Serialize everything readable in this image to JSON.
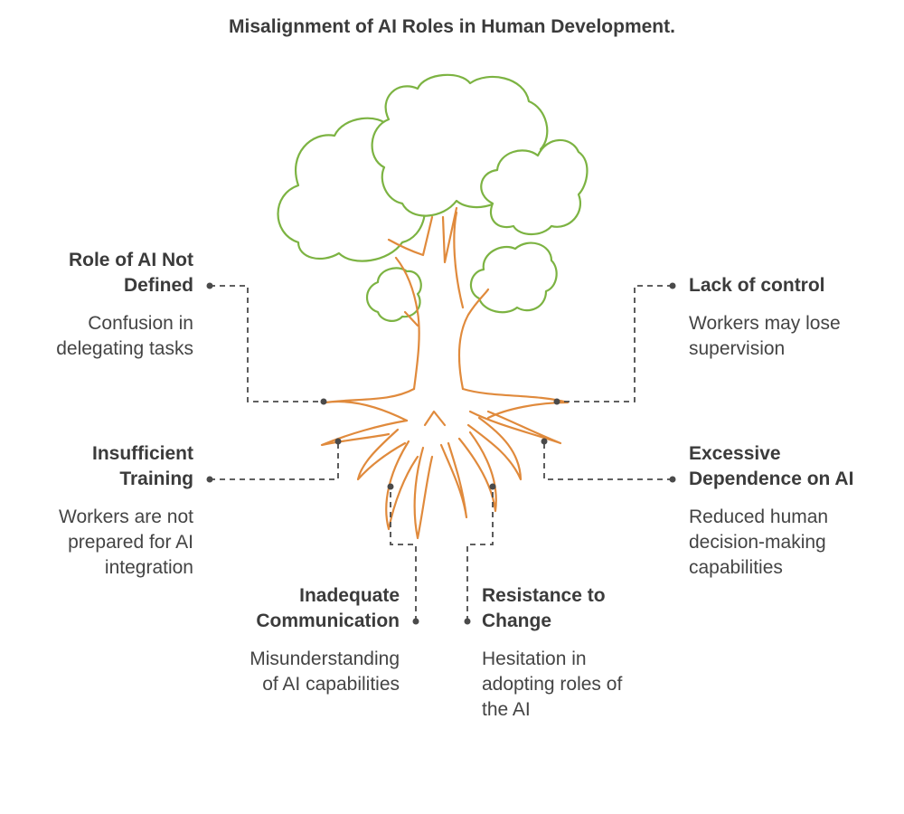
{
  "title": "Misalignment of AI Roles in Human Development.",
  "colors": {
    "foliage": "#7cb342",
    "trunk": "#e08a3c",
    "connector": "#4a4a4a",
    "text": "#3b3b3b"
  },
  "items": [
    {
      "heading": "Role of AI Not\nDefined",
      "description": "Confusion in\ndelegating tasks"
    },
    {
      "heading": "Insufficient\nTraining",
      "description": "Workers are not\nprepared for AI\nintegration"
    },
    {
      "heading": "Inadequate\nCommunication",
      "description": "Misunderstanding\nof AI capabilities"
    },
    {
      "heading": "Resistance to\nChange",
      "description": "Hesitation in\nadopting roles of\nthe AI"
    },
    {
      "heading": "Excessive\nDependence on AI",
      "description": "Reduced human\ndecision-making\ncapabilities"
    },
    {
      "heading": "Lack of control",
      "description": "Workers may lose\nsupervision"
    }
  ]
}
